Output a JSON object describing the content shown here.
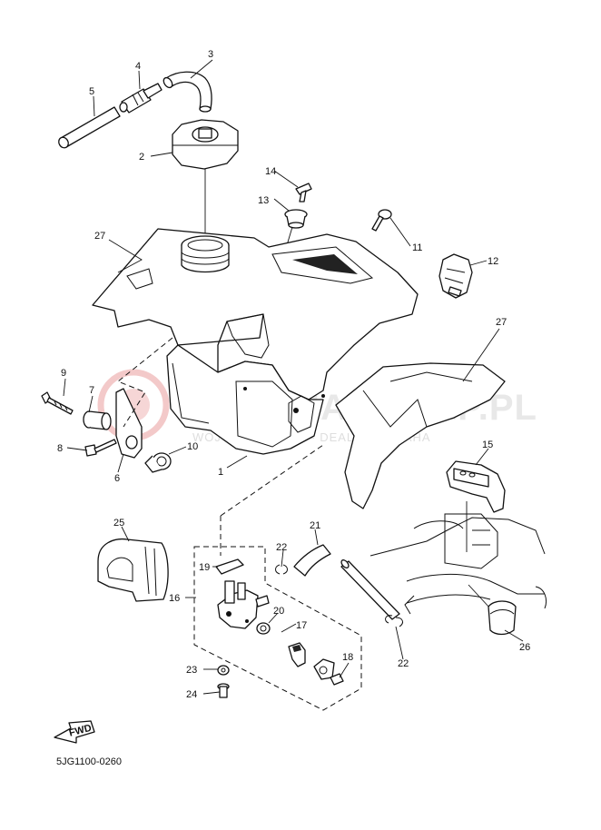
{
  "watermark": {
    "brand": "YAMAHA SKLEP.PL",
    "tagline": "WOJCIECHOWICZ - DEALER YAMAHA"
  },
  "diagram_code": "5JG1100-0260",
  "fwd_label": "FWD",
  "callouts": [
    {
      "id": "c1",
      "label": "1"
    },
    {
      "id": "c2",
      "label": "2"
    },
    {
      "id": "c3",
      "label": "3"
    },
    {
      "id": "c4",
      "label": "4"
    },
    {
      "id": "c5",
      "label": "5"
    },
    {
      "id": "c6",
      "label": "6"
    },
    {
      "id": "c7",
      "label": "7"
    },
    {
      "id": "c8",
      "label": "8"
    },
    {
      "id": "c9",
      "label": "9"
    },
    {
      "id": "c10",
      "label": "10"
    },
    {
      "id": "c11",
      "label": "11"
    },
    {
      "id": "c12",
      "label": "12"
    },
    {
      "id": "c13",
      "label": "13"
    },
    {
      "id": "c14",
      "label": "14"
    },
    {
      "id": "c15",
      "label": "15"
    },
    {
      "id": "c16",
      "label": "16"
    },
    {
      "id": "c17",
      "label": "17"
    },
    {
      "id": "c18",
      "label": "18"
    },
    {
      "id": "c19",
      "label": "19"
    },
    {
      "id": "c20",
      "label": "20"
    },
    {
      "id": "c21",
      "label": "21"
    },
    {
      "id": "c22a",
      "label": "22"
    },
    {
      "id": "c22b",
      "label": "22"
    },
    {
      "id": "c23",
      "label": "23"
    },
    {
      "id": "c24",
      "label": "24"
    },
    {
      "id": "c25",
      "label": "25"
    },
    {
      "id": "c26",
      "label": "26"
    },
    {
      "id": "c27a",
      "label": "27"
    },
    {
      "id": "c27b",
      "label": "27"
    }
  ]
}
